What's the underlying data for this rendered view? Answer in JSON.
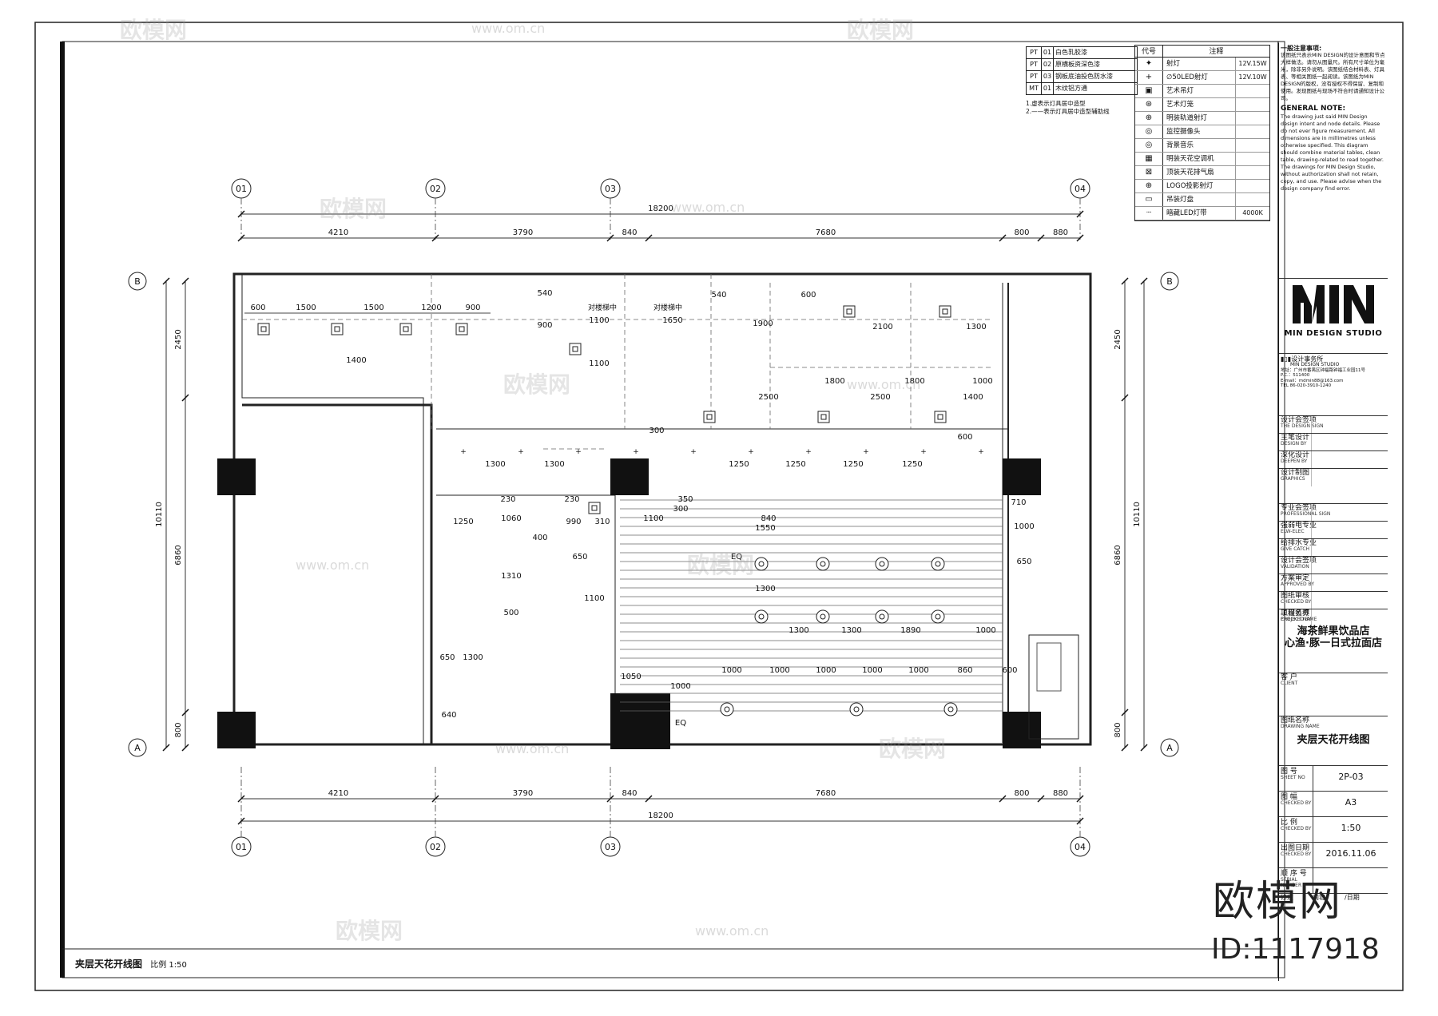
{
  "drawing": {
    "bottom_title": "夹层天花开线图",
    "bottom_scale": "比例 1:50",
    "axes_top": [
      "01",
      "02",
      "03",
      "04"
    ],
    "axes_bottom": [
      "01",
      "02",
      "03",
      "04"
    ],
    "axes_side": [
      "B",
      "A"
    ],
    "total_width": "18200",
    "segment_dims": [
      "4210",
      "3790",
      "840",
      "7680",
      "800",
      "880"
    ],
    "side_dims": [
      "2450",
      "6860",
      "800"
    ],
    "side_total": "10110",
    "dim_labels_top_left": [
      "600",
      "1500",
      "1500",
      "1200",
      "900"
    ],
    "dim_labels_misc": [
      "1100",
      "1650",
      "540",
      "540",
      "900",
      "1100",
      "1400",
      "600",
      "1900",
      "2100",
      "1300",
      "1800",
      "1800",
      "1000",
      "2500",
      "2500",
      "1400",
      "300",
      "600",
      "1300",
      "1300",
      "1250",
      "1250",
      "1250",
      "1250",
      "230",
      "230",
      "1250",
      "1060",
      "400",
      "990",
      "310",
      "1100",
      "300",
      "350",
      "1550",
      "840",
      "710",
      "1000",
      "1310",
      "650",
      "1100",
      "1300",
      "650",
      "500",
      "650",
      "1300",
      "1300",
      "1300",
      "1890",
      "1000",
      "1000",
      "1000",
      "1000",
      "1000",
      "1000",
      "860",
      "600",
      "1050",
      "1000",
      "640",
      "EQ",
      "EQ"
    ],
    "beam_notes": [
      "对楼梯中",
      "对楼梯中"
    ]
  },
  "materials": [
    {
      "code": "PT",
      "num": "01",
      "desc": "白色乳胶漆"
    },
    {
      "code": "PT",
      "num": "02",
      "desc": "原横板资深色漆"
    },
    {
      "code": "PT",
      "num": "03",
      "desc": "钢板底油投色防水漆"
    },
    {
      "code": "MT",
      "num": "01",
      "desc": "木纹铝方通"
    }
  ],
  "material_notes": [
    "1.虚表示灯具居中造型",
    "2.——表示灯具居中造型辅助线"
  ],
  "legend_header": {
    "code": "代号",
    "note": "注释"
  },
  "legend": [
    {
      "name": "射灯",
      "spec": "12V.15W"
    },
    {
      "name": "∅50LED射灯",
      "spec": "12V.10W"
    },
    {
      "name": "艺术吊灯",
      "spec": ""
    },
    {
      "name": "艺术灯笼",
      "spec": ""
    },
    {
      "name": "明装轨道射灯",
      "spec": ""
    },
    {
      "name": "监控摄像头",
      "spec": ""
    },
    {
      "name": "背景音乐",
      "spec": ""
    },
    {
      "name": "明装天花空调机",
      "spec": ""
    },
    {
      "name": "顶装天花排气扇",
      "spec": ""
    },
    {
      "name": "LOGO投影射灯",
      "spec": ""
    },
    {
      "name": "吊装灯盘",
      "spec": ""
    },
    {
      "name": "暗藏LED灯带",
      "spec": "4000K"
    }
  ],
  "title_block": {
    "general_note_cn_title": "一般注意事项:",
    "general_note_cn": "该图纸只表示MIN DESIGN的设计意图和节点大样做法。请勿从图量尺。所有尺寸单位为毫米，除非另外说明。该图纸结合材料表、灯具表、等相关图纸一起阅读。该图纸为MIN DESIGN的版权，没有授权不得保留、复制和使用。发现图纸与现场不符合时请通知设计公司。",
    "general_note_en_title": "GENERAL NOTE:",
    "general_note_en": "The drawing just said MIN Design design intent and node details. Please do not ever figure measurement. All dimensions are in millimetres unless otherwise specified. This diagram should combine material tables, clean table, drawing-related to read together. The drawings for MIN Design Studio, without authorization shall not retain, copy, and use. Please advise when the design company find error.",
    "studio_name": "MIN DESIGN STUDIO",
    "studio_cn": "设计事务所",
    "studio_cn_en": "MIN DESIGN STUDIO",
    "studio_address": "地址：广州市番禺区钟福路钟福工业园11号",
    "studio_code": "P.C.：511400",
    "studio_email": "E-mail：mdmin88@163.com",
    "studio_tel": "TEL 86-020-3910-1240",
    "rows": [
      {
        "cn": "设计会签项",
        "en": "THE DESIGN SIGN"
      },
      {
        "cn": "主笔设计",
        "en": "DESIGN BY"
      },
      {
        "cn": "深化设计",
        "en": "DEEPEN BY"
      },
      {
        "cn": "设计制图",
        "en": "GRAPHICS"
      },
      {
        "cn": "专业会签项",
        "en": "PROFESSIONAL SIGN"
      },
      {
        "cn": "强弱电专业",
        "en": "ELW-ELEC"
      },
      {
        "cn": "给排水专业",
        "en": "GIVE CATCH"
      },
      {
        "cn": "设计会签项",
        "en": "VALIDATION"
      },
      {
        "cn": "方案审定",
        "en": "APPROVED BY"
      },
      {
        "cn": "图纸审核",
        "en": "CHECKED BY"
      },
      {
        "cn": "项目负责",
        "en": "CHECKED BY"
      }
    ],
    "project_label_cn": "工程名称",
    "project_label_en": "PROJECT NAME",
    "project_name_1": "海茶鲜果饮品店",
    "project_name_2": "心渔·豚一日式拉面店",
    "client_cn": "客 户",
    "client_en": "CLIENT",
    "drawing_name_cn": "图纸名称",
    "drawing_name_en": "DRAWING NAME",
    "drawing_name": "夹层天花开线图",
    "sheet_no_label": "图 号",
    "sheet_no_en": "SHEET NO",
    "sheet_no": "2P-03",
    "size_label": "图 幅",
    "size_en": "CHECKED BY",
    "size": "A3",
    "scale_label": "比 例",
    "scale_en": "CHECKED BY",
    "scale": "1:50",
    "date_label": "出图日期",
    "date_en": "CHECKED BY",
    "date": "2016.11.06",
    "serial_label": "顺 序 号",
    "serial_en": "SERIAL NUMBER",
    "rev_label": "修定",
    "rev_content": "内容",
    "rev_date": "/日期"
  },
  "watermark": {
    "brand": "欧模网",
    "url": "www.om.cn",
    "id": "ID:1117918"
  }
}
